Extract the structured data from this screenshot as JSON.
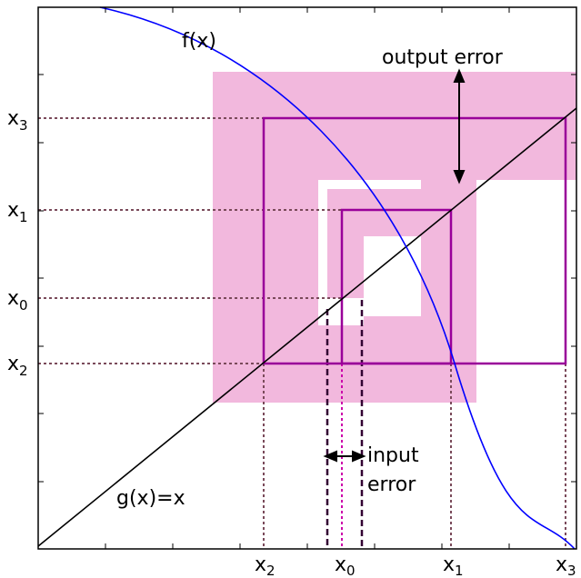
{
  "labels": {
    "f_curve": "f(x)",
    "g_line": "g(x)=x",
    "output_error": "output error",
    "input_error_line1": "input",
    "input_error_line2": "error"
  },
  "ticks": {
    "x_axis": [
      {
        "base": "x",
        "sub": "2"
      },
      {
        "base": "x",
        "sub": "0"
      },
      {
        "base": "x",
        "sub": "1"
      },
      {
        "base": "x",
        "sub": "3"
      }
    ],
    "y_axis": [
      {
        "base": "x",
        "sub": "3"
      },
      {
        "base": "x",
        "sub": "1"
      },
      {
        "base": "x",
        "sub": "0"
      },
      {
        "base": "x",
        "sub": "2"
      }
    ]
  },
  "colors": {
    "f_curve": "#0000ff",
    "g_line": "#000000",
    "iteration": "#990099",
    "error_band": "#f2b8dd",
    "projection": "#7a4a5a",
    "input_bound": "#330033"
  }
}
